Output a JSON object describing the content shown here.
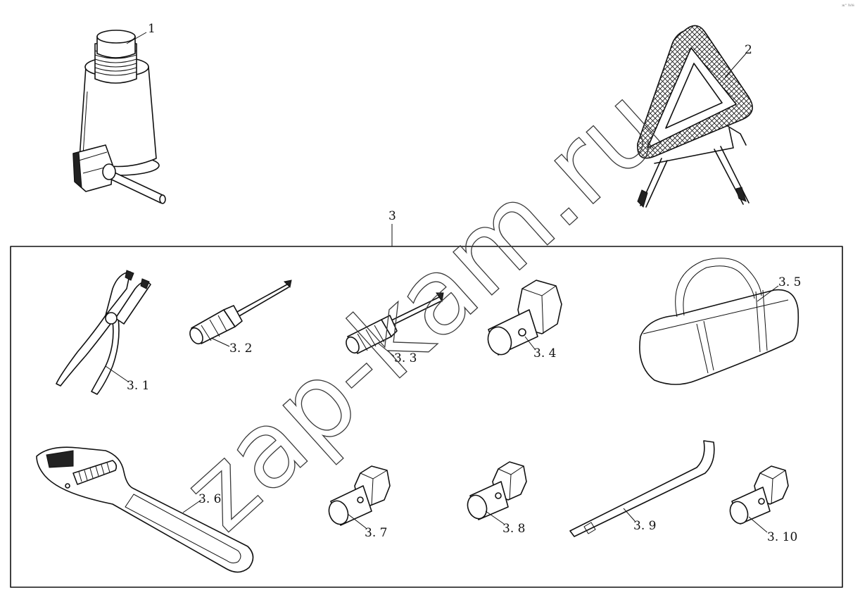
{
  "corner_mark": "ж° №№",
  "watermark": "zap-kam.ru",
  "callouts": {
    "jack": "1",
    "triangle": "2",
    "toolkit": "3",
    "pliers": "3. 1",
    "screwdriver_flat": "3. 2",
    "screwdriver_cross": "3. 3",
    "socket_large": "3. 4",
    "bag": "3. 5",
    "wrench": "3. 6",
    "socket_a": "3. 7",
    "socket_b": "3. 8",
    "pry_bar": "3. 9",
    "socket_small": "3. 10"
  }
}
